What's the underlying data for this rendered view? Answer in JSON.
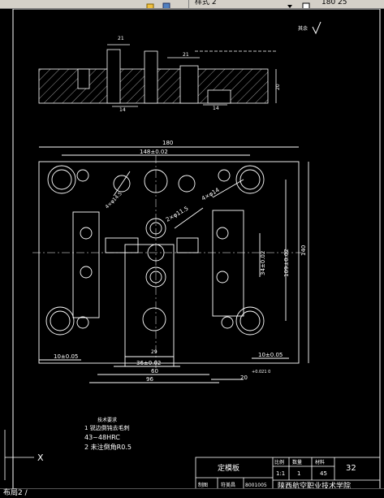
{
  "toolbar": {
    "style_dropdown_value": "样式 2",
    "scale_value": "180 25"
  },
  "drawing": {
    "roughness_mark": "其余",
    "dims": {
      "total_width": "180",
      "hole_spacing_x": "148±0.02",
      "total_height": "140",
      "hole_spacing_y": "109±0.02",
      "pocket_depth": "34±0.02",
      "bottom_w1": "29",
      "bottom_w2": "36±0.02",
      "bottom_w3": "60",
      "bottom_w4": "96",
      "left_offset": "10±0.05",
      "right_offset": "10±0.05",
      "right_bottom": "20",
      "right_bottom_tol": "+0.021\n0",
      "hole_note_1": "4×φ14.5",
      "hole_note_2": "4×φ14",
      "hole_note_3": "2×φ11.5",
      "top_21a": "21",
      "top_21b": "21",
      "top_14a": "14",
      "top_14b": "14",
      "side_20": "20"
    },
    "tech_title": "技术要求",
    "tech_items": [
      "1  锐边倒钝去毛刺",
      "43~48HRC",
      "2  未注倒角R0.5"
    ],
    "axis_label": "X"
  },
  "title_block": {
    "part_name": "定模板",
    "scale_label": "比例",
    "qty_label": "数量",
    "material_label": "材料",
    "scale_value": "1:1",
    "qty_value": "1",
    "material_value": "45",
    "sheet_no": "32",
    "drawn_label": "制图",
    "drawn_name": "符美昌",
    "drawing_code": "8001005",
    "school": "陕西航空职业技术学院"
  },
  "status": {
    "command_text": "布局2 /"
  }
}
